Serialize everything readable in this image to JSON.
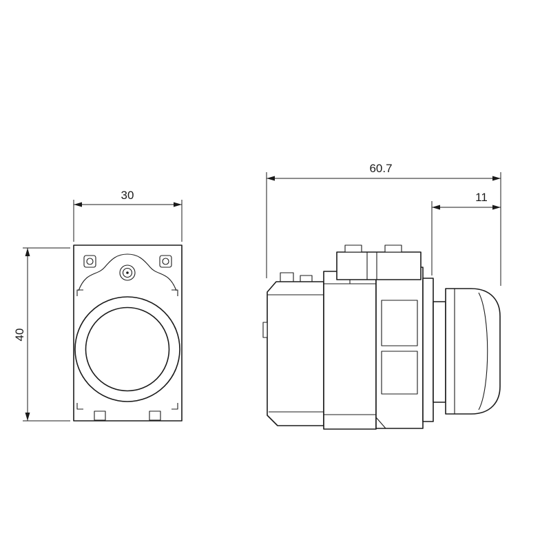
{
  "drawing": {
    "type": "technical-dimension-drawing",
    "subject": "push button device, front view and side view",
    "background_color": "#ffffff",
    "line_color": "#1a1a1a",
    "dimensions": {
      "front_width": "30",
      "front_height": "40",
      "overall_depth": "60.7",
      "head_depth": "11"
    }
  }
}
